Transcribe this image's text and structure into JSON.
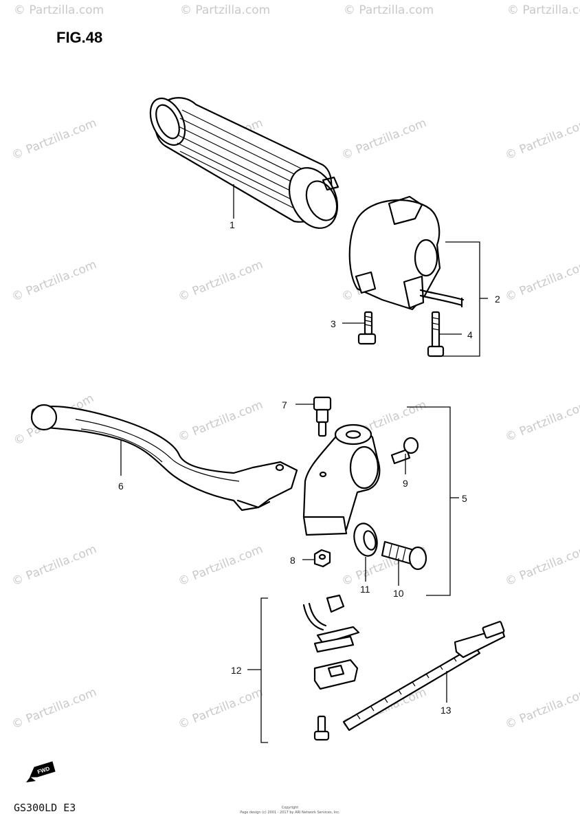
{
  "figure": {
    "title": "FIG.48",
    "model_code": "GS300LD  E3",
    "direction_marker": "FWD"
  },
  "watermark": {
    "text": "© Partzilla.com"
  },
  "footer": {
    "copyright_line1": "Copyright",
    "copyright_line2": "Page design (c) 2001 - 2017 by ARI Network Services, Inc."
  },
  "callouts": [
    "1",
    "2",
    "3",
    "4",
    "5",
    "6",
    "7",
    "8",
    "9",
    "10",
    "11",
    "12",
    "13"
  ],
  "parts": [
    {
      "ref": "1",
      "icon": "throttle-grip-icon"
    },
    {
      "ref": "2",
      "icon": "switch-housing-icon"
    },
    {
      "ref": "3",
      "icon": "screw-icon"
    },
    {
      "ref": "4",
      "icon": "screw-icon"
    },
    {
      "ref": "5",
      "icon": "lever-holder-icon"
    },
    {
      "ref": "6",
      "icon": "lever-icon"
    },
    {
      "ref": "7",
      "icon": "bolt-icon"
    },
    {
      "ref": "8",
      "icon": "nut-icon"
    },
    {
      "ref": "9",
      "icon": "screw-icon"
    },
    {
      "ref": "10",
      "icon": "bolt-icon"
    },
    {
      "ref": "11",
      "icon": "cushion-icon"
    },
    {
      "ref": "12",
      "icon": "clamp-set-icon"
    },
    {
      "ref": "13",
      "icon": "cable-tie-icon"
    }
  ]
}
